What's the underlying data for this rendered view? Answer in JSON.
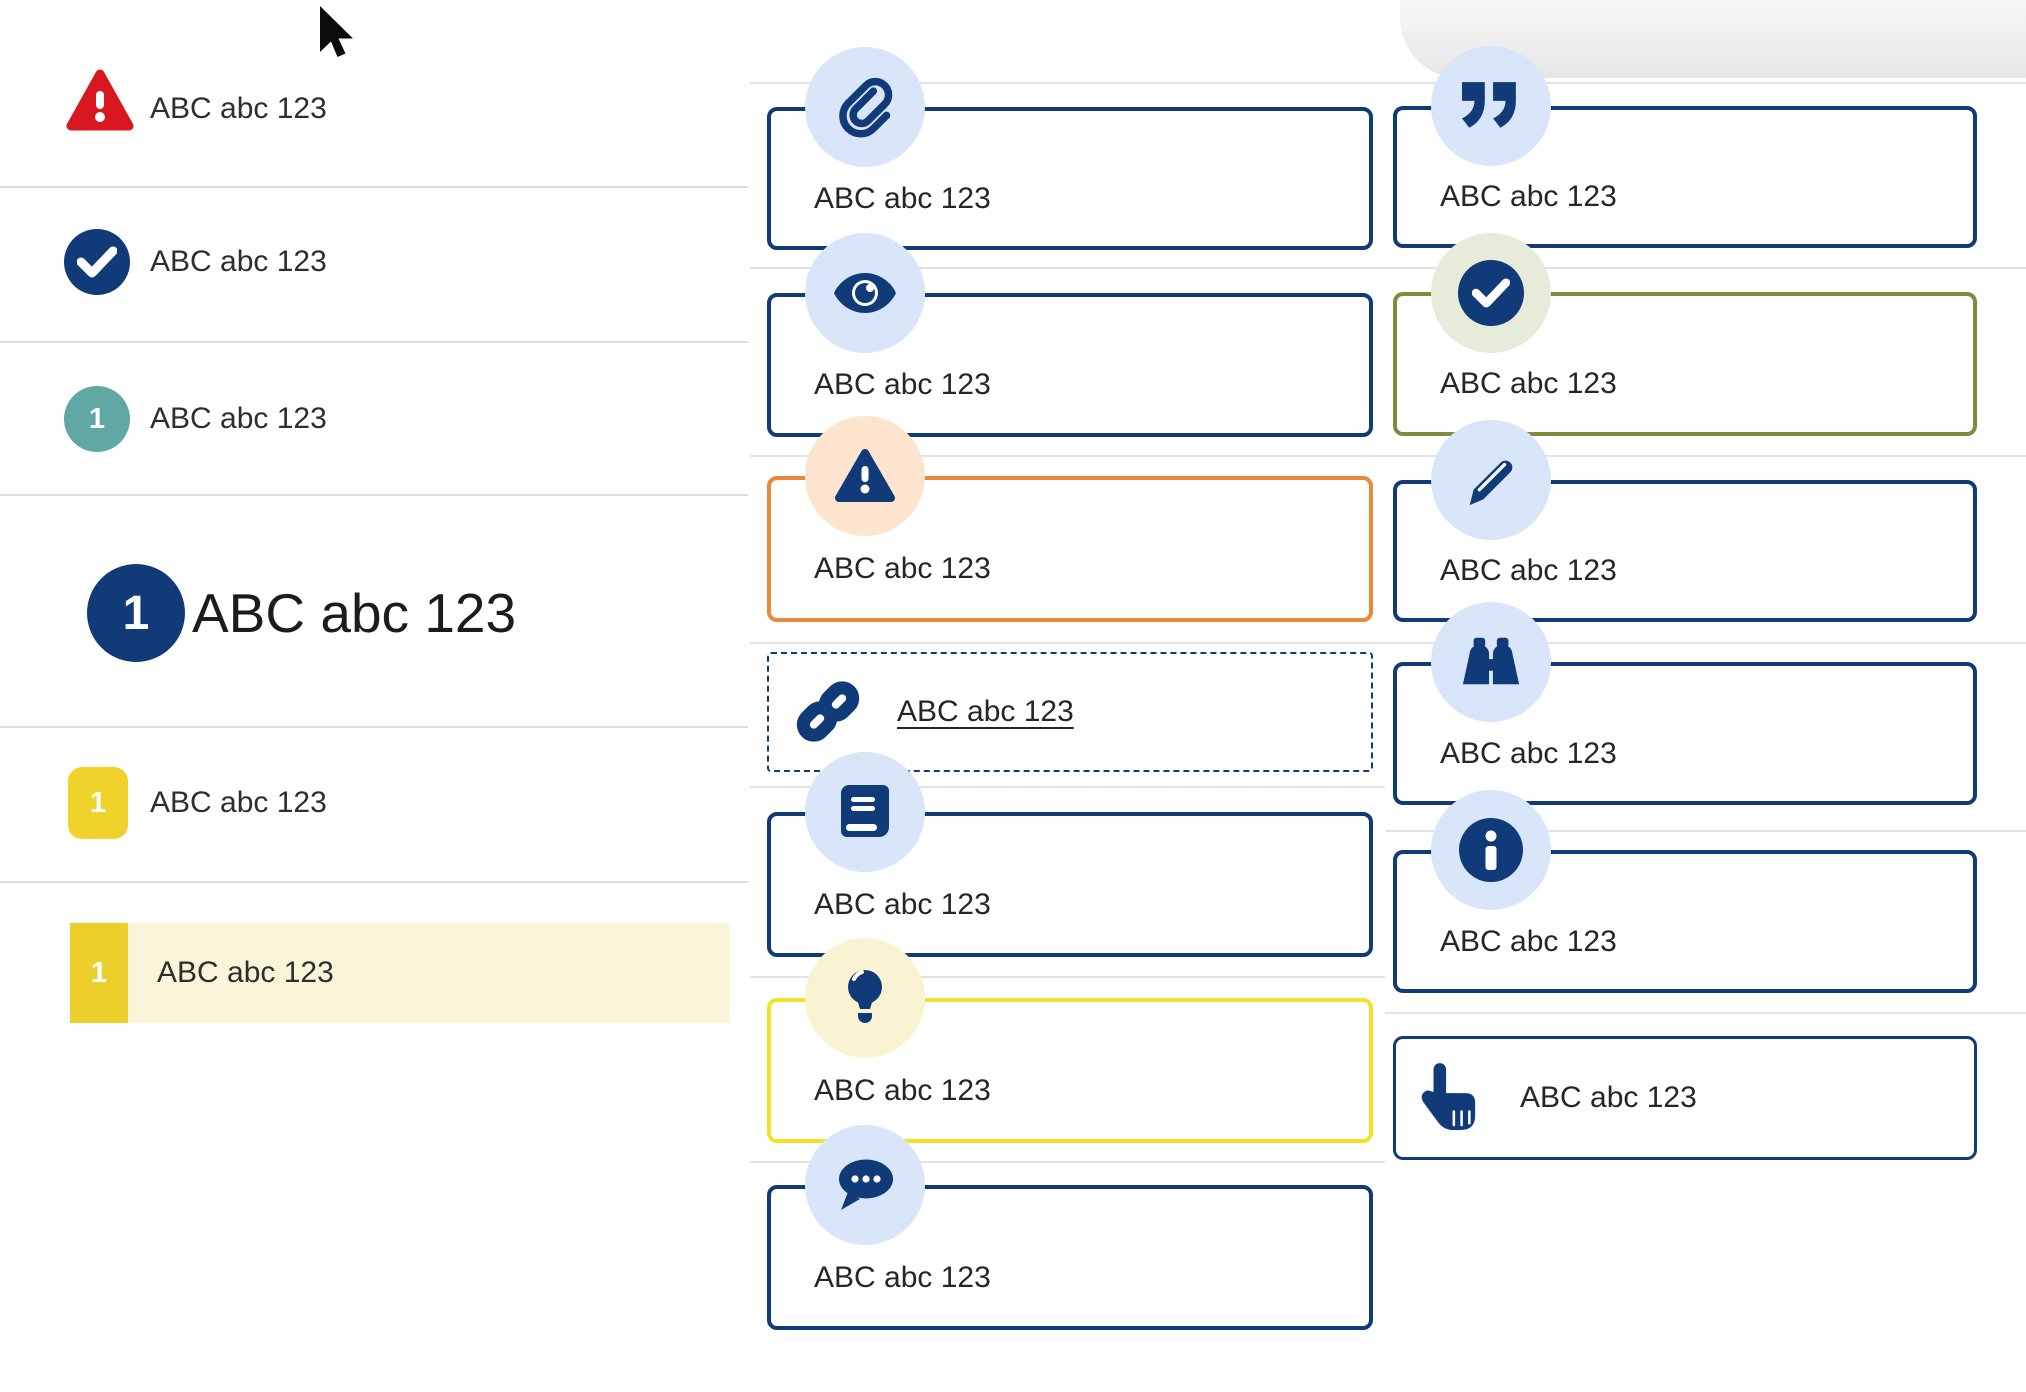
{
  "left_list": {
    "items": [
      {
        "icon": "alert-triangle-icon",
        "label": "ABC abc 123"
      },
      {
        "icon": "check-circle-icon",
        "label": "ABC abc 123"
      },
      {
        "icon": "teal-number-badge",
        "badge": "1",
        "label": "ABC abc 123"
      },
      {
        "icon": "navy-number-circle",
        "badge": "1",
        "label": "ABC abc 123"
      },
      {
        "icon": "yellow-number-square",
        "badge": "1",
        "label": "ABC abc 123"
      },
      {
        "icon": "yellow-number-square-highlighted",
        "badge": "1",
        "label": "ABC abc 123"
      }
    ]
  },
  "middle_callouts": {
    "items": [
      {
        "icon": "paperclip-icon",
        "variant": "navy",
        "label": "ABC abc 123"
      },
      {
        "icon": "eye-icon",
        "variant": "navy",
        "label": "ABC abc 123"
      },
      {
        "icon": "warning-icon",
        "variant": "orange",
        "label": "ABC abc 123"
      },
      {
        "icon": "link-icon",
        "variant": "dashed-link",
        "label": "ABC abc 123"
      },
      {
        "icon": "book-icon",
        "variant": "navy",
        "label": "ABC abc 123"
      },
      {
        "icon": "lightbulb-icon",
        "variant": "yellow",
        "label": "ABC abc 123"
      },
      {
        "icon": "chat-icon",
        "variant": "navy",
        "label": "ABC abc 123"
      }
    ]
  },
  "right_callouts": {
    "items": [
      {
        "icon": "quote-icon",
        "variant": "navy",
        "label": "ABC abc 123"
      },
      {
        "icon": "check-circle-icon",
        "variant": "olive",
        "label": "ABC abc 123"
      },
      {
        "icon": "pencil-icon",
        "variant": "navy",
        "label": "ABC abc 123"
      },
      {
        "icon": "binoculars-icon",
        "variant": "navy",
        "label": "ABC abc 123"
      },
      {
        "icon": "info-icon",
        "variant": "navy",
        "label": "ABC abc 123"
      },
      {
        "icon": "hand-pointer-icon",
        "variant": "plain",
        "label": "ABC abc 123"
      }
    ]
  },
  "colors": {
    "navy": "#103B78",
    "red": "#D8181F",
    "teal": "#60A8A4",
    "yellow_badge": "#EFD32A",
    "yellow_border": "#F2E126",
    "pale_yellow_row": "#FAF4D8",
    "orange": "#E9893B",
    "olive": "#7E8C3C",
    "badge_blue": "#D9E5F8",
    "badge_peach": "#FCE4CE",
    "badge_green": "#E7ECDA",
    "badge_pale_yellow": "#FAF3D2",
    "divider_gray": "#DDDDDD"
  }
}
